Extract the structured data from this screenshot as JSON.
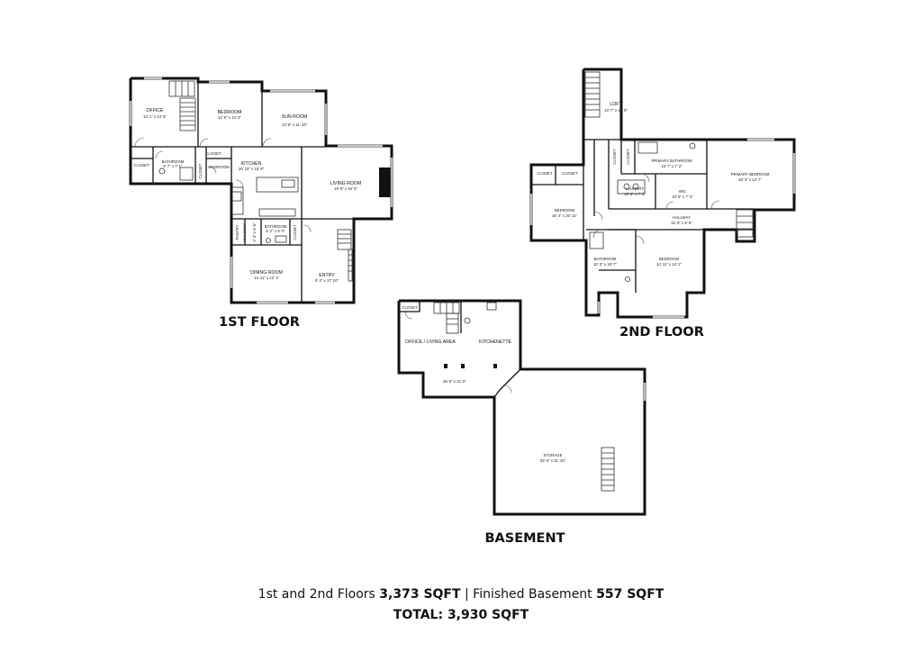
{
  "floors": {
    "first": {
      "label": "1ST FLOOR",
      "rooms": {
        "office": {
          "name": "OFFICE",
          "dim": "14' 1\" x 14' 9\""
        },
        "bedroom": {
          "name": "BEDROOM",
          "dim": "12' 5\" x 14' 6\""
        },
        "sunroom": {
          "name": "SUN ROOM",
          "dim": "13' 8\" x 11' 10\""
        },
        "closet1": {
          "name": "CLOSET"
        },
        "bathroom1": {
          "name": "BATHROOM",
          "dim": "6' 7\" x 7' 1\""
        },
        "closet2": {
          "name": "CLOSET"
        },
        "closet3": {
          "name": "CLOSET"
        },
        "mudroom": {
          "name": "MUDROOM"
        },
        "kitchen": {
          "name": "KITCHEN",
          "dim": "26' 10\" x 15' 9\""
        },
        "living": {
          "name": "LIVING ROOM",
          "dim": "19' 6\" x 15' 0\""
        },
        "pantry": {
          "name": "PANTRY"
        },
        "hallway": {
          "name": "HALLWAY",
          "dim": "3' 4\" x 5' 5\""
        },
        "bathroom2": {
          "name": "BATHROOM",
          "dim": "6' 2\" x 5' 0\""
        },
        "closet4": {
          "name": "CLOSET"
        },
        "dining": {
          "name": "DINING ROOM",
          "dim": "14' 11\" x 12' 1\""
        },
        "entry": {
          "name": "ENTRY",
          "dim": "5' 4\" x 17' 10\""
        }
      }
    },
    "second": {
      "label": "2ND FLOOR",
      "rooms": {
        "loft": {
          "name": "LOFT",
          "dim": "13' 7\" x 14' 9\""
        },
        "closet_a": {
          "name": "CLOSET"
        },
        "closet_b": {
          "name": "CLOSET"
        },
        "closet_c": {
          "name": "CLOSET"
        },
        "closet_d": {
          "name": "CLOSET"
        },
        "primary_bath": {
          "name": "PRIMARY BATHROOM",
          "dim": "15' 7\" x 7' 2\""
        },
        "primary_bed": {
          "name": "PRIMARY BEDROOM",
          "dim": "18' 3\" x 14' 7\""
        },
        "laundry": {
          "name": "LAUNDRY",
          "dim": "10' 6\" x 7' 3\""
        },
        "wic": {
          "name": "WIC",
          "dim": "10' 6\" x 7' 3\""
        },
        "bedroom_w": {
          "name": "BEDROOM",
          "dim": "16' 4\" x 20' 11\""
        },
        "hallway": {
          "name": "HALLWAY",
          "dim": "31' 9\" x 6' 8\""
        },
        "bathroom": {
          "name": "BATHROOM",
          "dim": "10' 2\" x 18' 7\""
        },
        "bedroom_s": {
          "name": "BEDROOM",
          "dim": "14' 11\" x 14' 2\""
        }
      }
    },
    "basement": {
      "label": "BASEMENT",
      "rooms": {
        "closet": {
          "name": "CLOSET"
        },
        "office": {
          "name": "OFFICE / LIVING AREA"
        },
        "kitchenette": {
          "name": "KITCHENETTE"
        },
        "area_dim": {
          "dim": "26' 5\" x 21' 6\""
        },
        "storage": {
          "name": "STORAGE",
          "dim": "33' 6\" x 31' 10\""
        }
      }
    }
  },
  "summary": {
    "line1_text_a": "1st and 2nd Floors ",
    "line1_value_a": "3,373 SQFT",
    "line1_text_b": " | Finished Basement  ",
    "line1_value_b": "557 SQFT",
    "line2": "TOTAL:  3,930 SQFT"
  }
}
